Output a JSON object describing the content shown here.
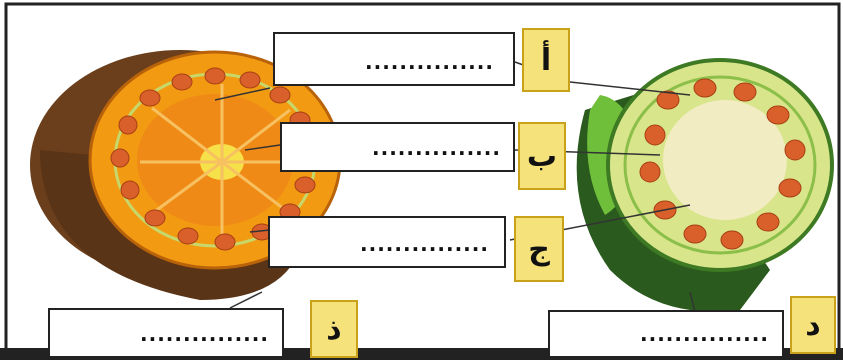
{
  "labels": [
    {
      "letter": "أ",
      "placeholder": "..............."
    },
    {
      "letter": "ب",
      "placeholder": "..............."
    },
    {
      "letter": "ج",
      "placeholder": "..............."
    },
    {
      "letter": "د",
      "placeholder": "..............."
    },
    {
      "letter": "ذ",
      "placeholder": "..............."
    }
  ],
  "colors": {
    "orange_fruit": "#f29a12",
    "orange_skin": "#7a4a22",
    "green_fruit_flesh": "#e8e49a",
    "green_skin": "#2f5d22",
    "seed": "#d9602a",
    "tag_fill": "#f6e27a",
    "tag_border": "#c9a21a"
  }
}
